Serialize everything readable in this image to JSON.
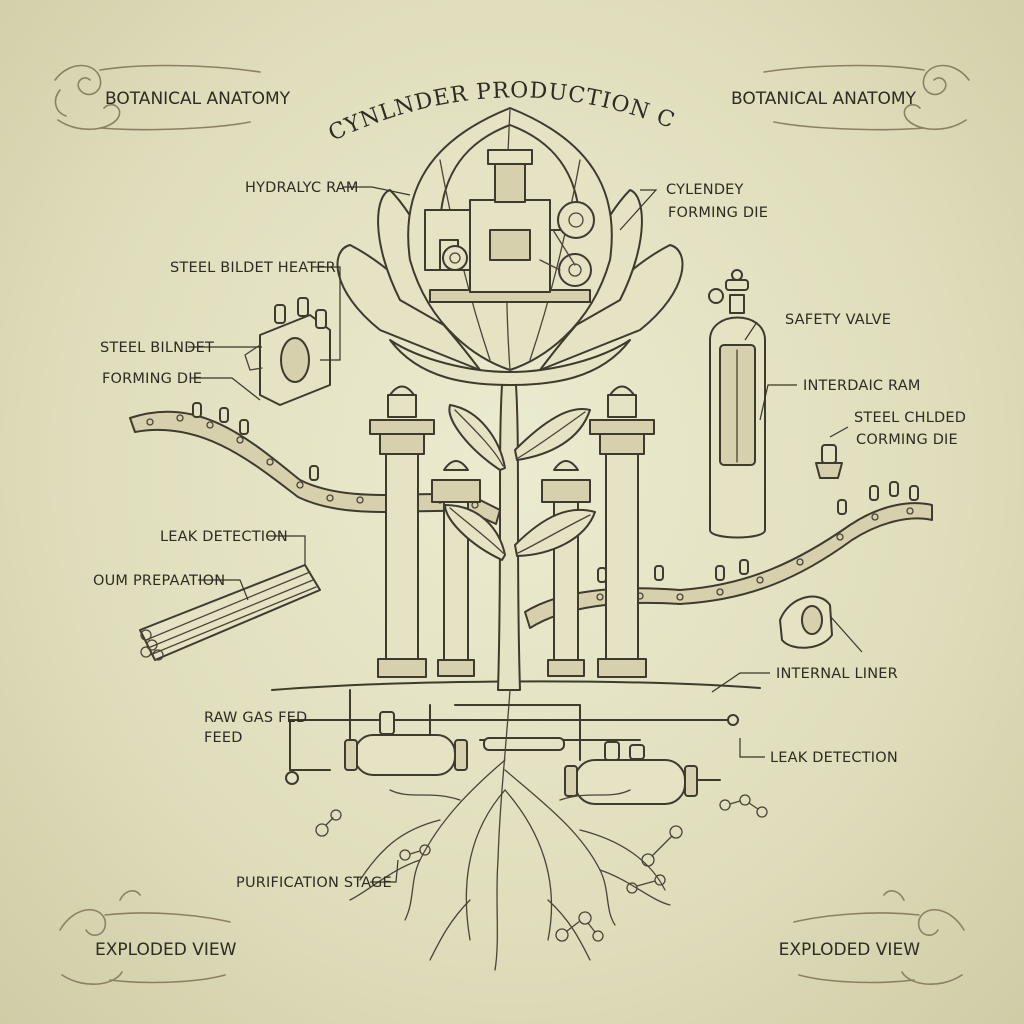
{
  "title": "GAS CYNLNDER PRODUCTION CYCLE",
  "corners": {
    "top_left": "BOTANICAL ANATOMY",
    "top_right": "BOTANICAL ANATOMY",
    "bottom_left": "EXPLODED VIEW",
    "bottom_right": "EXPLODED VIEW"
  },
  "labels": {
    "hydraulic_ram": "HYDRALYC RAM",
    "cylinder_forming_die_1": "CYLENDEY",
    "cylinder_forming_die_2": "FORMING DIE",
    "steel_billet_heater": "STEEL BILDET HEATER",
    "steel_billet": "STEEL BILNDET",
    "forming_die": "FORMING DIE",
    "safety_valve": "SAFETY VALVE",
    "internal_ram": "INTERDAIC RAM",
    "steel_childed_1": "STEEL CHLDED",
    "steel_childed_2": "CORMING DIE",
    "leak_detection_left": "LEAK DETECTION",
    "oum_preparation": "OUM PREPAATION",
    "internal_liner": "INTERNAL LINER",
    "raw_gas_feed_1": "RAW GAS FED",
    "raw_gas_feed_2": "FEED",
    "leak_detection_right": "LEAK DETECTION",
    "purification_stage": "PURIFICATION STAGE"
  },
  "colors": {
    "paper": "#dfddbb",
    "ink": "#3f3a2e"
  }
}
